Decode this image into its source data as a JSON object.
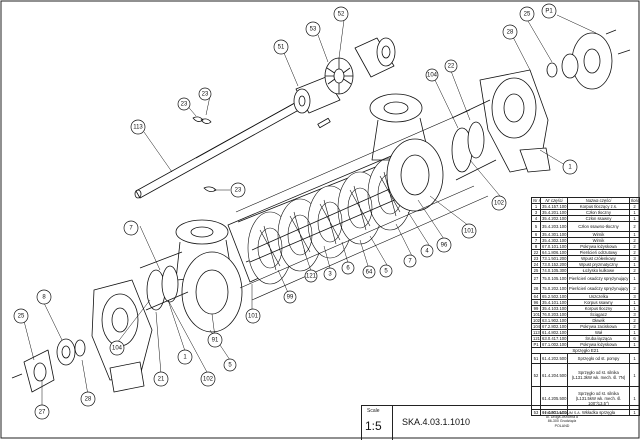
{
  "balloons": [
    "P1",
    "52",
    "53",
    "51",
    "113",
    "23",
    "23",
    "23",
    "28",
    "25",
    "22",
    "104",
    "1",
    "102",
    "101",
    "96",
    "4",
    "7",
    "5",
    "64",
    "6",
    "3",
    "121",
    "99",
    "101",
    "91",
    "21",
    "102",
    "104",
    "8",
    "25",
    "27",
    "28",
    "1",
    "7",
    "5"
  ],
  "parts_table": {
    "headers": [
      "Nr specyf",
      "Nr części",
      "Nazwa części",
      "Ilość"
    ],
    "rows": [
      [
        "1",
        "35.4.157.100",
        "Korpus tłoczący z.s.",
        "2"
      ],
      [
        "3",
        "35.4.201.100",
        "Człon tłoczny",
        "1"
      ],
      [
        "4",
        "35.4.202.100",
        "Człon ssawny",
        "1"
      ],
      [
        "5",
        "35.4.203.100",
        "Człon ssawno-tłoczny",
        "2"
      ],
      [
        "6",
        "35.4.301.100",
        "Wirnik",
        "1"
      ],
      [
        "7",
        "35.4.302.100",
        "Wirnik",
        "2"
      ],
      [
        "8",
        "67.0.101.100",
        "Pokrywa łożyskowa",
        "2"
      ],
      [
        "22",
        "64.1.806.100",
        "Pierścień odrzutowy",
        "2"
      ],
      [
        "23",
        "73.1.501.200",
        "Wpust czółenkowy",
        "3"
      ],
      [
        "24",
        "73.0.152.200",
        "Wpust pryzmatyczny",
        "1"
      ],
      [
        "25",
        "74.0.105.300",
        "Łożysko kulkowe",
        "2"
      ],
      [
        "27",
        "75.0.105.100",
        "Pierścień osadczy sprężynujący",
        "1"
      ],
      [
        "28",
        "75.0.202.100",
        "Pierścień osadczy sprężynujący",
        "2"
      ],
      [
        "64",
        "65.2.502.100",
        "Uszczelka",
        "3"
      ],
      [
        "96",
        "35.4.101.100",
        "Korpus ssawny",
        "1"
      ],
      [
        "99",
        "35.4.103.100",
        "Korpus tłoczny",
        "1"
      ],
      [
        "101",
        "76.0.203.100",
        "Ściągacz",
        "3"
      ],
      [
        "102",
        "63.1.902.100",
        "Dławik",
        "2"
      ],
      [
        "104",
        "67.2.802.100",
        "Pokrywa zaciskowa",
        "2"
      ],
      [
        "113",
        "61.4.802.100",
        "Wał",
        "1"
      ],
      [
        "121",
        "63.0.417.100",
        "Śruba łącząca",
        "6"
      ],
      [
        "P1",
        "67.1.002.100",
        "Pokrywa łożyskowa",
        "1"
      ]
    ],
    "group_title": "Sprzęgło E21",
    "group_rows": [
      [
        "51",
        "61.4.202.500",
        "Sprzęgło od st. pompy",
        "1"
      ],
      [
        "52",
        "61.4.204.500",
        "Sprzęgło od st. silnika (L131.3kW wk. mech. śl. 7N)",
        "1"
      ],
      [
        "",
        "61.4.205.500",
        "Sprzęgło od st. silnika (L131.5kW wk. mech. śl. 100\"/13.5\")",
        "1"
      ],
      [
        "53",
        "61.4.301.100",
        "Wkładka sprzęgła",
        "1"
      ]
    ]
  },
  "title_block": {
    "scale_label": "Scale",
    "scale": "1:5",
    "drawing_no": "SKA.4.03.1.1010",
    "company_lines": [
      "HYDRO-VACUUM S.A.",
      "ul. Droga Jeziorna 8",
      "86-300 Grudziądz",
      "POLAND"
    ]
  }
}
